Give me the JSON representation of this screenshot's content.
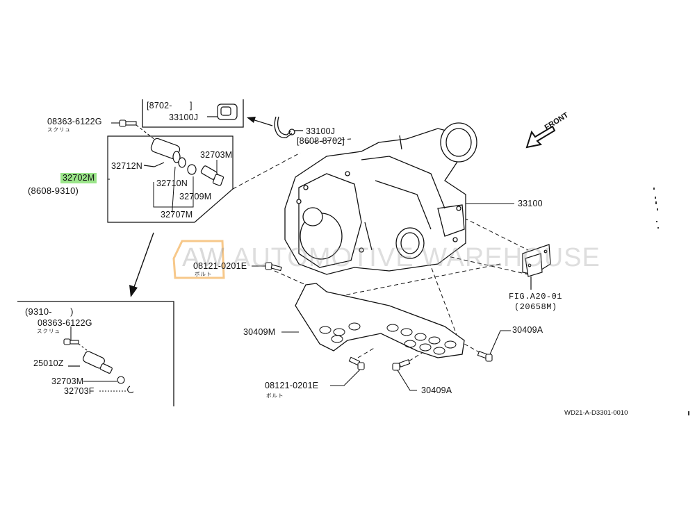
{
  "watermark": {
    "logo_text": "AW",
    "brand_text": "AUTOMOTIVE WAREHOUSE",
    "logo_color": "#f7c88a"
  },
  "orientation": {
    "label": "FRONT"
  },
  "highlight_color": "#9be58a",
  "callouts": {
    "screw_top": {
      "part": "08363-6122G",
      "note": "スクリュ"
    },
    "bracket_top_range": "[8702-　　]",
    "sensor_top": "33100J",
    "clip": "33100J",
    "clip_range": "[8608-8702]",
    "p32712n": "32712N",
    "p32703m_top": "32703M",
    "p32702m": "32702M",
    "p32702m_range": "(8608-9310)",
    "p32710n": "32710N",
    "p32709m": "32709M",
    "p32707m": "32707M",
    "transfer": "33100",
    "bolt_mid": {
      "part": "08121-0201E",
      "note": "ボルト"
    },
    "fig_ref": "FIG.A20-01",
    "fig_ref_part": "(20658M)",
    "shield": "30409M",
    "bolt_right": "30409A",
    "bolt_bottom": {
      "part": "08121-0201E",
      "note": "ボルト"
    },
    "bolt_bottom_right": "30409A",
    "inset_range": "(9310-　　)",
    "inset_screw": {
      "part": "08363-6122G",
      "note": "スクリュ"
    },
    "inset_sensor": "25010Z",
    "inset_gear": "32703M",
    "inset_clip": "32703F"
  },
  "diagram_code": "WD21-A-D3301-0010"
}
